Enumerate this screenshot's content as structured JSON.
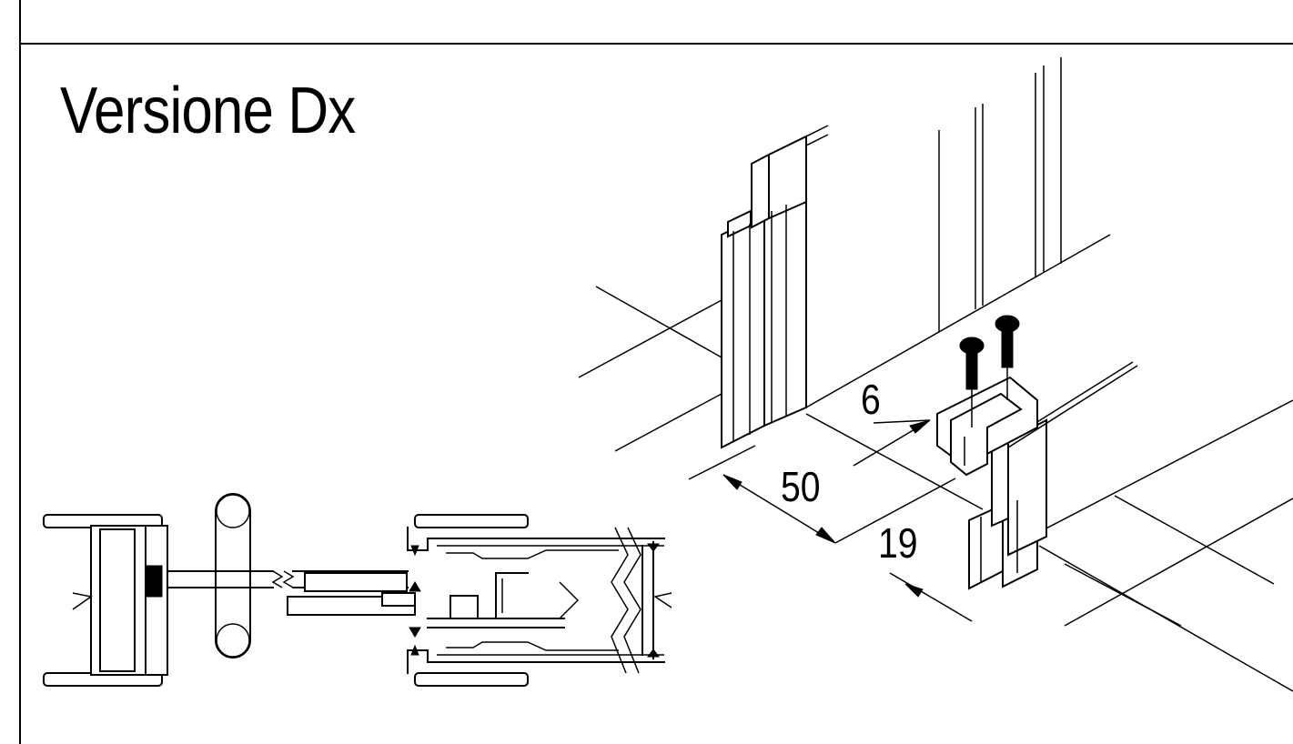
{
  "title": "Versione Dx",
  "dimensions": {
    "d6": "6",
    "d50": "50",
    "d19": "19"
  }
}
